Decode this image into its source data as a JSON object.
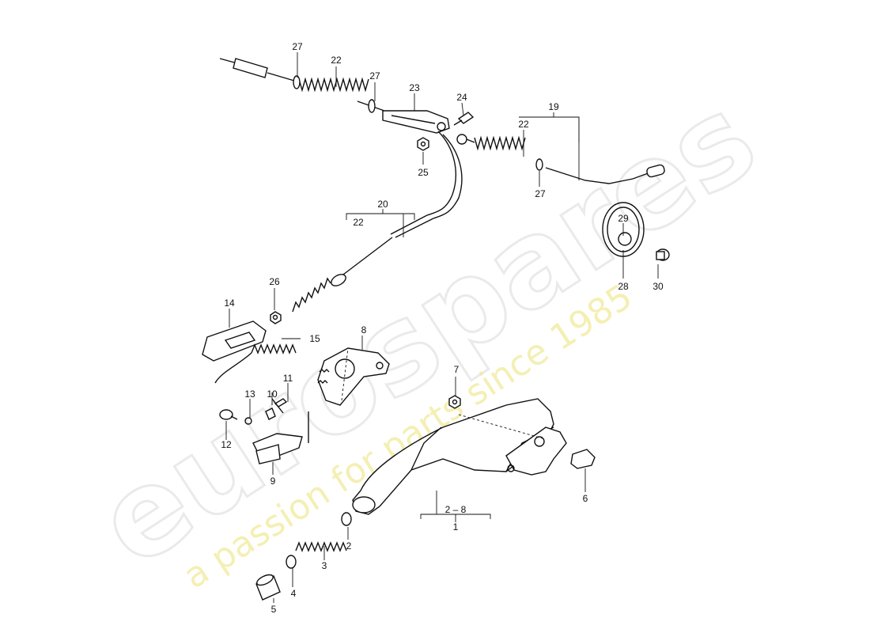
{
  "watermark": {
    "brand": "eurospares",
    "tagline": "a passion for parts since 1985"
  },
  "callouts": {
    "c1": "1",
    "c2": "2",
    "c2_8": "2 – 8",
    "c3": "3",
    "c4": "4",
    "c5": "5",
    "c6": "6",
    "c7": "7",
    "c8": "8",
    "c9": "9",
    "c10": "10",
    "c11": "11",
    "c12": "12",
    "c13": "13",
    "c14": "14",
    "c15": "15",
    "c19": "19",
    "c20": "20",
    "c22a": "22",
    "c22b": "22",
    "c22c": "22",
    "c23": "23",
    "c24": "24",
    "c25": "25",
    "c26": "26",
    "c27a": "27",
    "c27b": "27",
    "c27c": "27",
    "c28": "28",
    "c29": "29",
    "c30": "30"
  }
}
